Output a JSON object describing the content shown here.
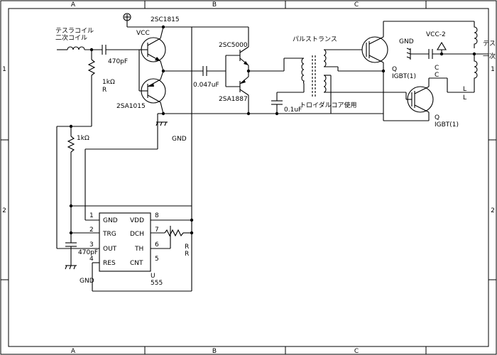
{
  "colors": {
    "ink": "#000000",
    "paper": "#ffffff"
  },
  "frame": {
    "columns": [
      "A",
      "B",
      "C"
    ],
    "rows": [
      "1",
      "2"
    ]
  },
  "labels": {
    "tesla_coil_secondary": "テスラコイル",
    "tesla_coil_secondary_2": "二次コイル",
    "tesla_coil_right": "テス",
    "tesla_coil_right_2": "一次",
    "q1_part": "2SC1815",
    "q2_part": "2SA1015",
    "q3_part": "2SC5000",
    "q4_part": "2SA1887",
    "vcc": "VCC",
    "vcc2": "VCC-2",
    "gnd": "GND",
    "gnd_right": "GND",
    "gnd_555": "GND",
    "c_470pf_top": "470pF",
    "c_470pf_bottom": "470pF",
    "c_0047uf": "0.047uF",
    "c_01uf": "0.1uF",
    "r_1k_top": "1kΩ",
    "r_1k_top_ref": "R",
    "r_1k_left": "1kΩ",
    "r_right_1": "R",
    "r_right_2": "R",
    "pulse_transformer": "パルストランス",
    "toroidal_note": "トロイダルコア使用",
    "igbt_top_q": "Q",
    "igbt_top_name": "IGBT(1)",
    "igbt_bottom_q": "Q",
    "igbt_bottom_name": "IGBT(1)",
    "cap_c_ref": "C",
    "cap_c_val": "C",
    "ind_l_ref": "L",
    "ind_l_val": "L",
    "ic_ref": "U",
    "ic_part": "555"
  },
  "ic555": {
    "left_pins": [
      {
        "num": "1",
        "name": "GND"
      },
      {
        "num": "2",
        "name": "TRG"
      },
      {
        "num": "3",
        "name": "OUT"
      },
      {
        "num": "4",
        "name": "RES"
      }
    ],
    "right_pins": [
      {
        "num": "8",
        "name": "VDD"
      },
      {
        "num": "7",
        "name": "DCH"
      },
      {
        "num": "6",
        "name": "TH"
      },
      {
        "num": "5",
        "name": "CNT"
      }
    ]
  }
}
